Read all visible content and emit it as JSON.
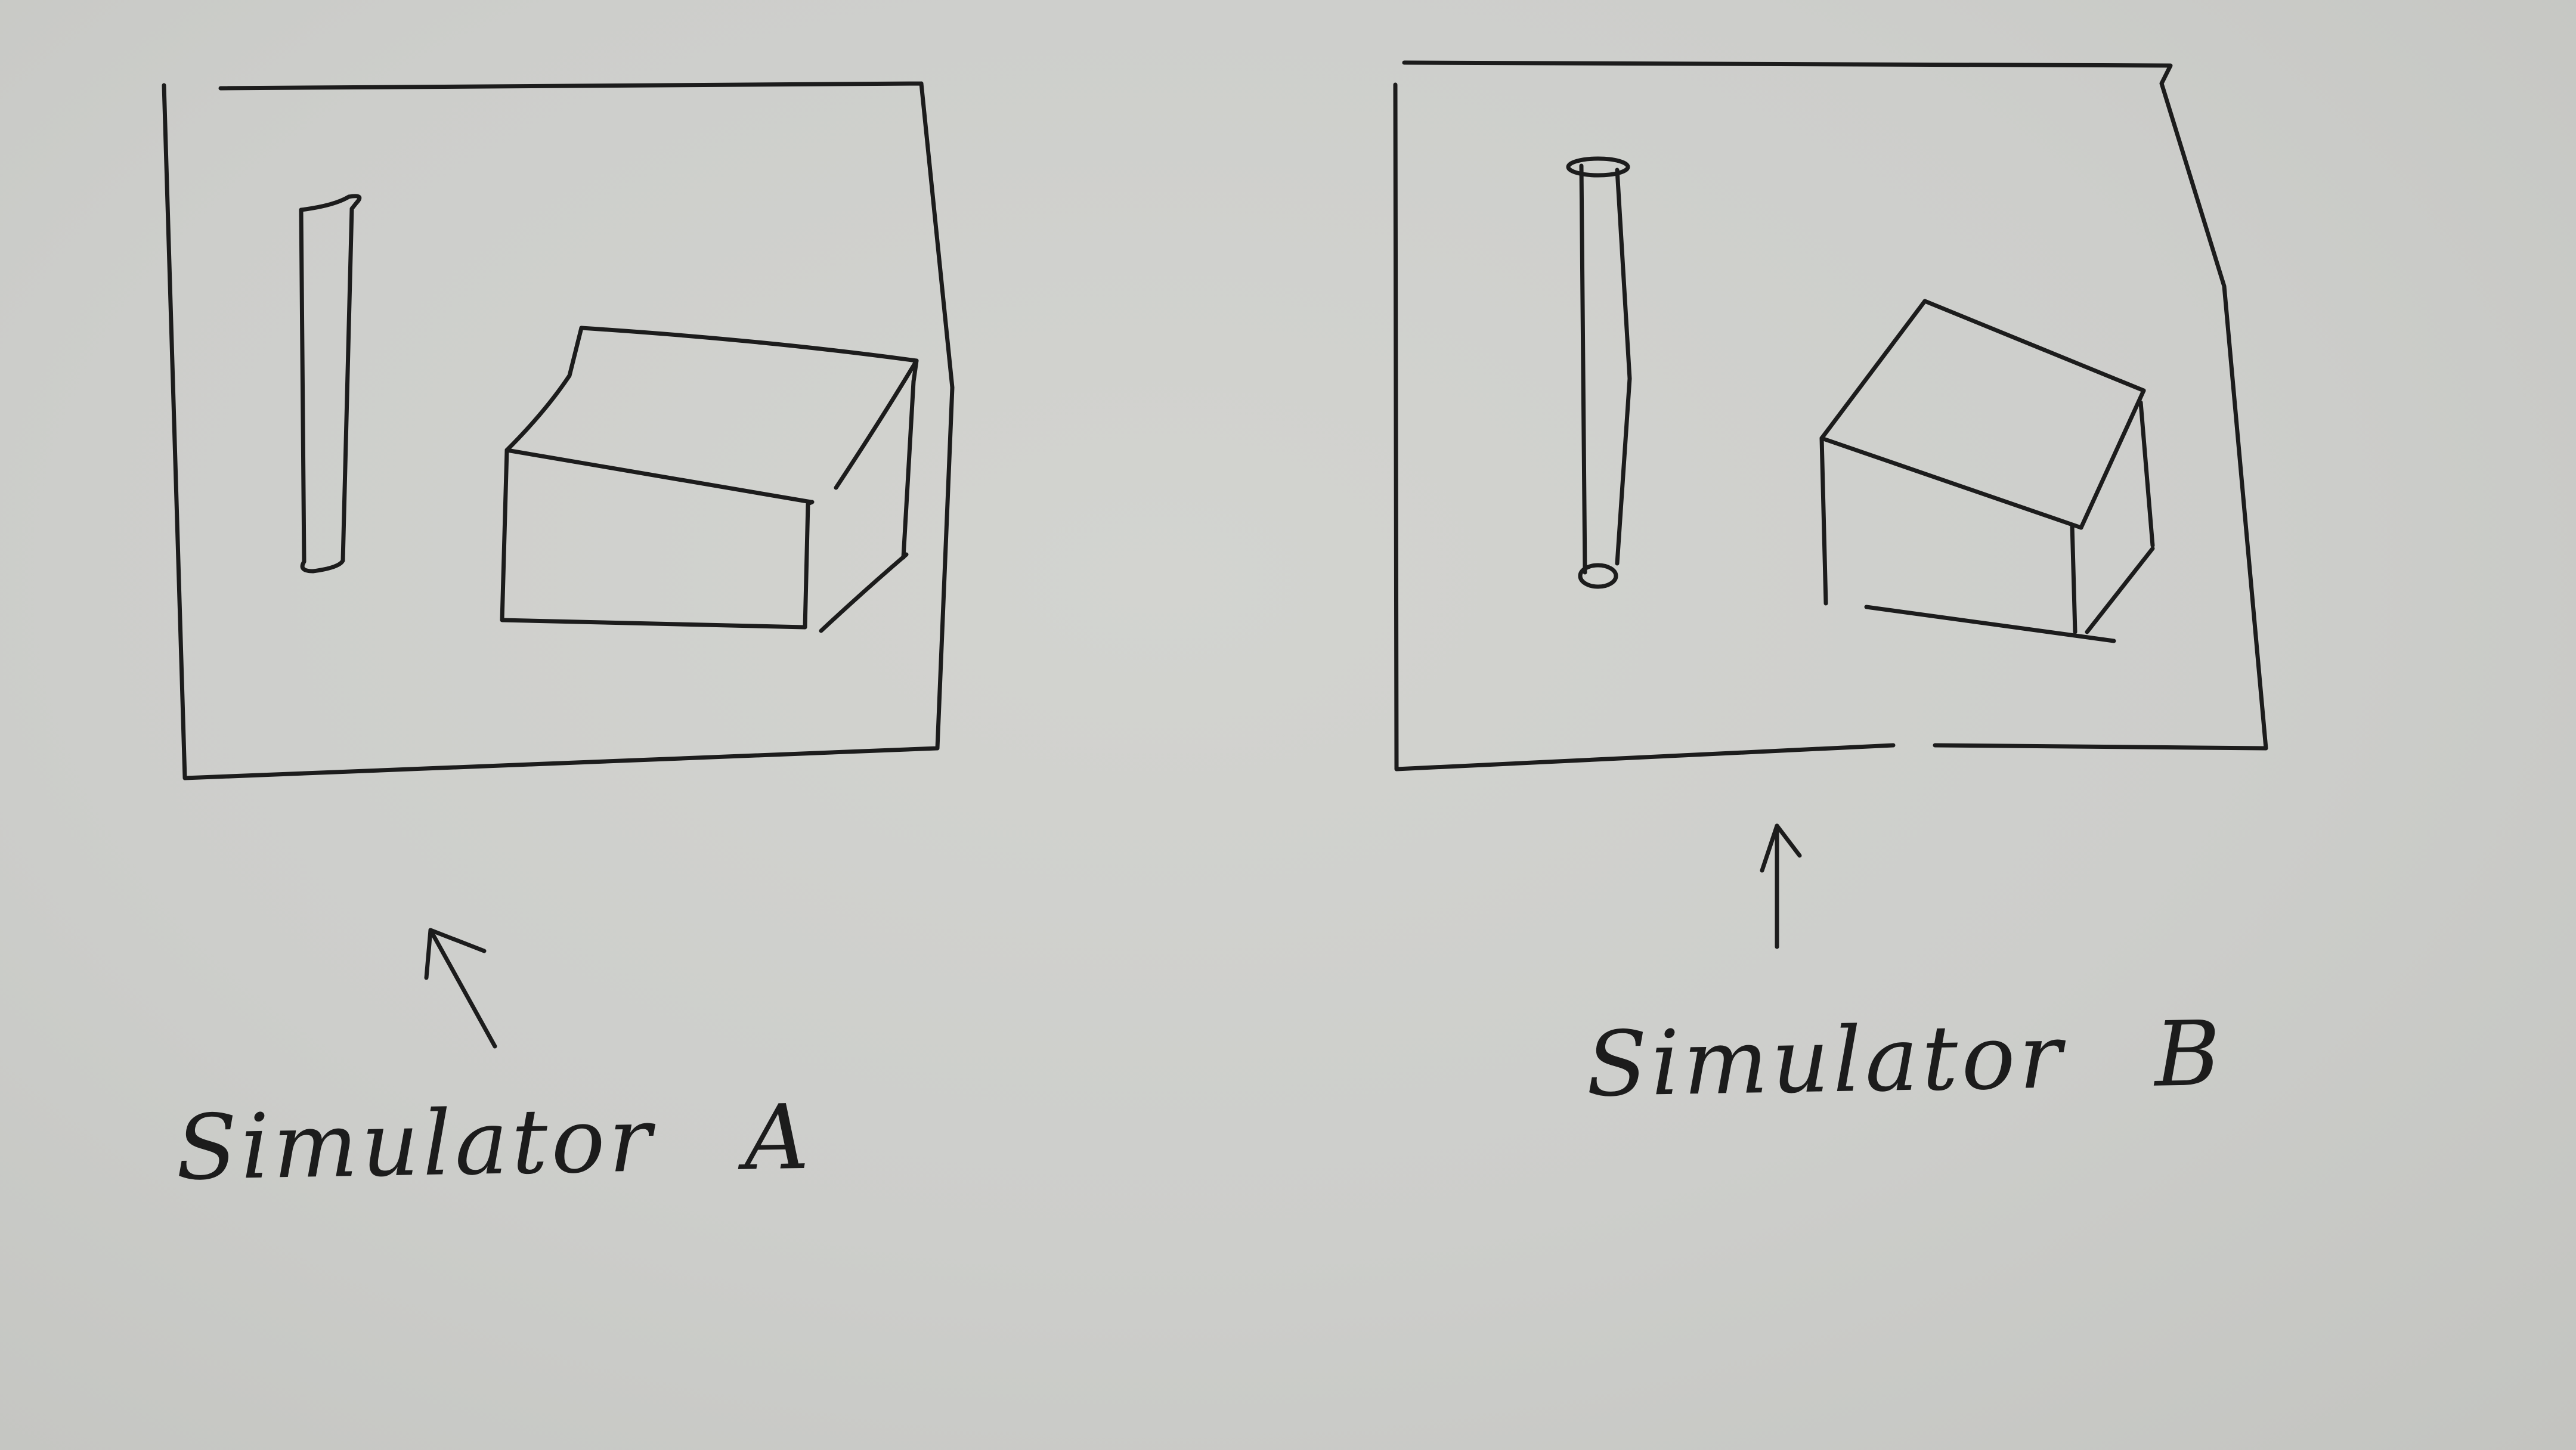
{
  "panels": [
    {
      "label_word": "Simulator",
      "label_letter": "A"
    },
    {
      "label_word": "Simulator",
      "label_letter": "B"
    }
  ],
  "colors": {
    "paper": "#cdcecb",
    "ink": "#1c1c1c"
  }
}
